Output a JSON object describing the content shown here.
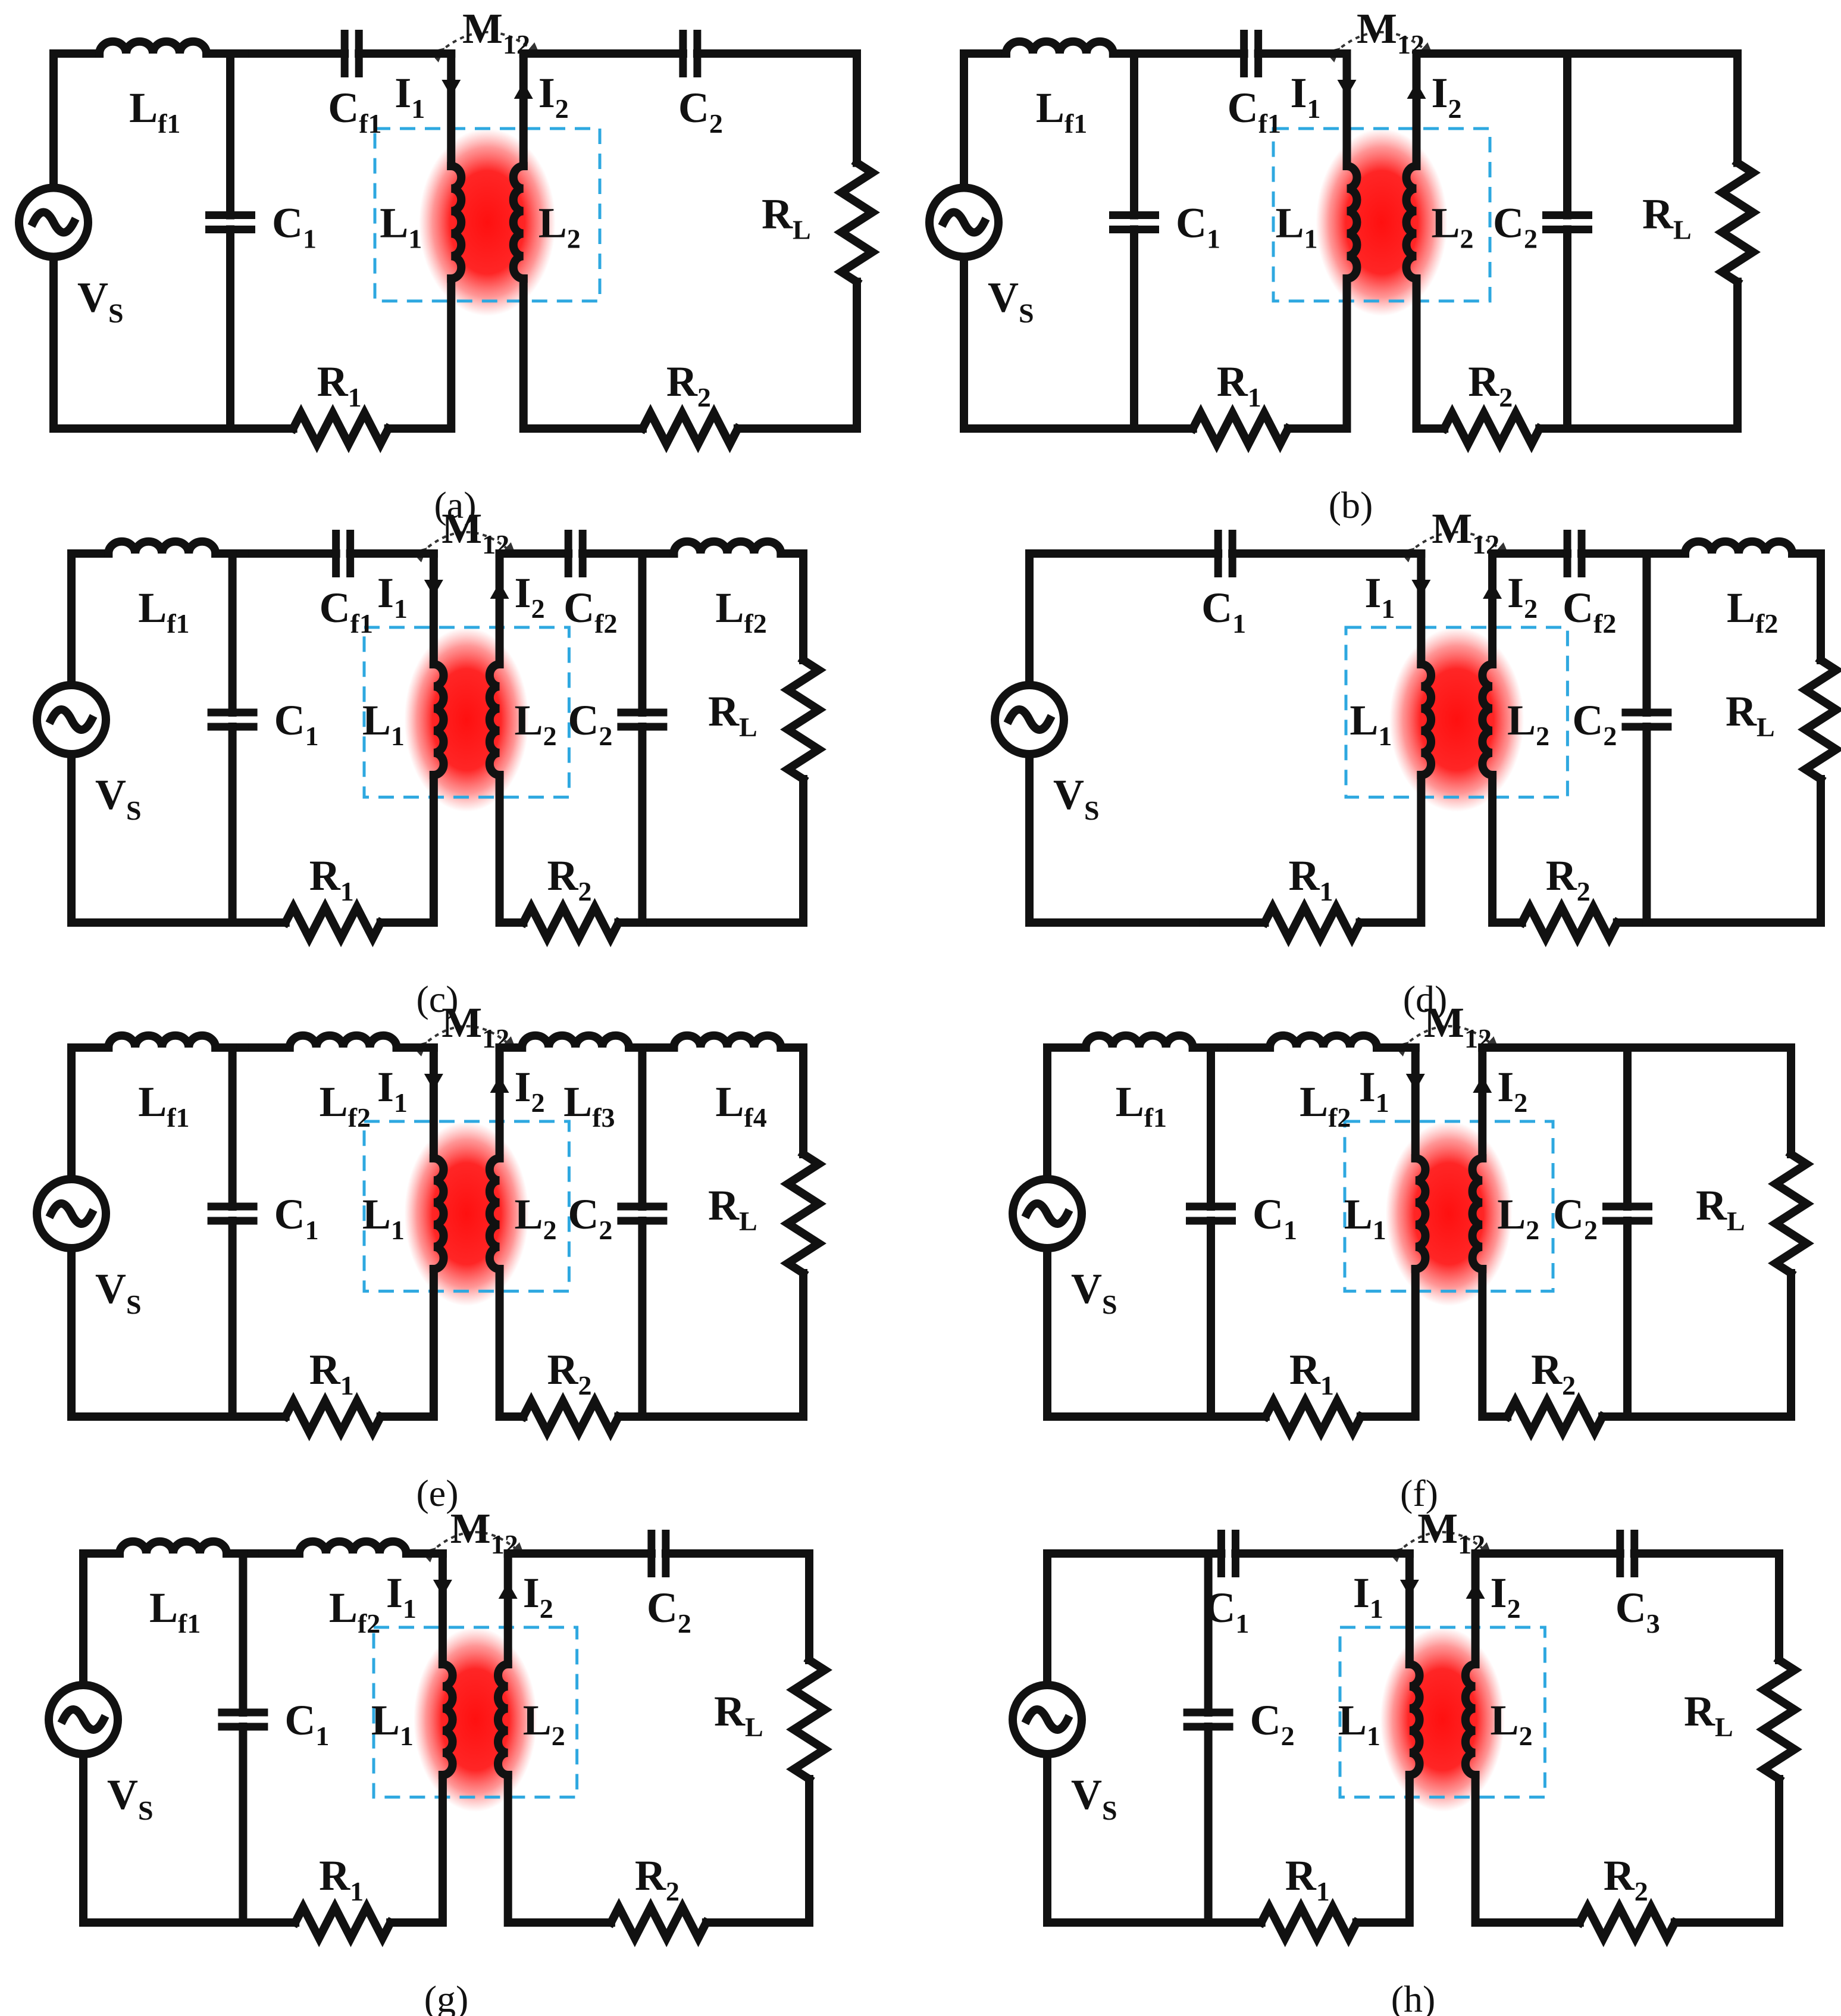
{
  "figure": {
    "panels": [
      {
        "caption": "(a)",
        "source": "V",
        "source_sub": "S",
        "mutual": "M",
        "mutual_sub": "12",
        "i1": "I",
        "i1_sub": "1",
        "i2": "I",
        "i2_sub": "2",
        "l1": "L",
        "l1_sub": "1",
        "l2": "L",
        "l2_sub": "2",
        "r1": "R",
        "r1_sub": "1",
        "r2": "R",
        "r2_sub": "2",
        "load": "R",
        "load_sub": "L",
        "primary_series": [
          {
            "text": "L",
            "sub": "f1"
          },
          {
            "text": "C",
            "sub": "f1"
          }
        ],
        "primary_shunt": [
          {
            "text": "C",
            "sub": "1"
          }
        ],
        "secondary_series": [
          {
            "text": "C",
            "sub": "2"
          }
        ],
        "secondary_shunt": []
      },
      {
        "caption": "(b)",
        "source": "V",
        "source_sub": "S",
        "mutual": "M",
        "mutual_sub": "12",
        "i1": "I",
        "i1_sub": "1",
        "i2": "I",
        "i2_sub": "2",
        "l1": "L",
        "l1_sub": "1",
        "l2": "L",
        "l2_sub": "2",
        "r1": "R",
        "r1_sub": "1",
        "r2": "R",
        "r2_sub": "2",
        "load": "R",
        "load_sub": "L",
        "primary_series": [
          {
            "text": "L",
            "sub": "f1"
          },
          {
            "text": "C",
            "sub": "f1"
          }
        ],
        "primary_shunt": [
          {
            "text": "C",
            "sub": "1"
          }
        ],
        "secondary_series": [],
        "secondary_shunt": [
          {
            "text": "C",
            "sub": "2"
          }
        ]
      },
      {
        "caption": "(c)",
        "source": "V",
        "source_sub": "S",
        "mutual": "M",
        "mutual_sub": "12",
        "i1": "I",
        "i1_sub": "1",
        "i2": "I",
        "i2_sub": "2",
        "l1": "L",
        "l1_sub": "1",
        "l2": "L",
        "l2_sub": "2",
        "r1": "R",
        "r1_sub": "1",
        "r2": "R",
        "r2_sub": "2",
        "load": "R",
        "load_sub": "L",
        "primary_series": [
          {
            "text": "L",
            "sub": "f1"
          },
          {
            "text": "C",
            "sub": "f1"
          }
        ],
        "primary_shunt": [
          {
            "text": "C",
            "sub": "1"
          }
        ],
        "secondary_series": [
          {
            "text": "C",
            "sub": "f2"
          },
          {
            "text": "L",
            "sub": "f2"
          }
        ],
        "secondary_shunt": [
          {
            "text": "C",
            "sub": "2"
          }
        ]
      },
      {
        "caption": "(d)",
        "source": "V",
        "source_sub": "S",
        "mutual": "M",
        "mutual_sub": "12",
        "i1": "I",
        "i1_sub": "1",
        "i2": "I",
        "i2_sub": "2",
        "l1": "L",
        "l1_sub": "1",
        "l2": "L",
        "l2_sub": "2",
        "r1": "R",
        "r1_sub": "1",
        "r2": "R",
        "r2_sub": "2",
        "load": "R",
        "load_sub": "L",
        "primary_series": [
          {
            "text": "C",
            "sub": "1"
          }
        ],
        "primary_shunt": [],
        "secondary_series": [
          {
            "text": "C",
            "sub": "f2"
          },
          {
            "text": "L",
            "sub": "f2"
          }
        ],
        "secondary_shunt": [
          {
            "text": "C",
            "sub": "2"
          }
        ]
      },
      {
        "caption": "(e)",
        "source": "V",
        "source_sub": "S",
        "mutual": "M",
        "mutual_sub": "12",
        "i1": "I",
        "i1_sub": "1",
        "i2": "I",
        "i2_sub": "2",
        "l1": "L",
        "l1_sub": "1",
        "l2": "L",
        "l2_sub": "2",
        "r1": "R",
        "r1_sub": "1",
        "r2": "R",
        "r2_sub": "2",
        "load": "R",
        "load_sub": "L",
        "primary_series": [
          {
            "text": "L",
            "sub": "f1"
          },
          {
            "text": "L",
            "sub": "f2"
          }
        ],
        "primary_shunt": [
          {
            "text": "C",
            "sub": "1"
          }
        ],
        "secondary_series": [
          {
            "text": "L",
            "sub": "f3"
          },
          {
            "text": "L",
            "sub": "f4"
          }
        ],
        "secondary_shunt": [
          {
            "text": "C",
            "sub": "2"
          }
        ]
      },
      {
        "caption": "(f)",
        "source": "V",
        "source_sub": "S",
        "mutual": "M",
        "mutual_sub": "12",
        "i1": "I",
        "i1_sub": "1",
        "i2": "I",
        "i2_sub": "2",
        "l1": "L",
        "l1_sub": "1",
        "l2": "L",
        "l2_sub": "2",
        "r1": "R",
        "r1_sub": "1",
        "r2": "R",
        "r2_sub": "2",
        "load": "R",
        "load_sub": "L",
        "primary_series": [
          {
            "text": "L",
            "sub": "f1"
          },
          {
            "text": "L",
            "sub": "f2"
          }
        ],
        "primary_shunt": [
          {
            "text": "C",
            "sub": "1"
          }
        ],
        "secondary_series": [],
        "secondary_shunt": [
          {
            "text": "C",
            "sub": "2"
          }
        ]
      },
      {
        "caption": "(g)",
        "source": "V",
        "source_sub": "S",
        "mutual": "M",
        "mutual_sub": "12",
        "i1": "I",
        "i1_sub": "1",
        "i2": "I",
        "i2_sub": "2",
        "l1": "L",
        "l1_sub": "1",
        "l2": "L",
        "l2_sub": "2",
        "r1": "R",
        "r1_sub": "1",
        "r2": "R",
        "r2_sub": "2",
        "load": "R",
        "load_sub": "L",
        "primary_series": [
          {
            "text": "L",
            "sub": "f1"
          },
          {
            "text": "L",
            "sub": "f2"
          }
        ],
        "primary_shunt": [
          {
            "text": "C",
            "sub": "1"
          }
        ],
        "secondary_series": [
          {
            "text": "C",
            "sub": "2"
          }
        ],
        "secondary_shunt": []
      },
      {
        "caption": "(h)",
        "source": "V",
        "source_sub": "S",
        "mutual": "M",
        "mutual_sub": "12",
        "i1": "I",
        "i1_sub": "1",
        "i2": "I",
        "i2_sub": "2",
        "l1": "L",
        "l1_sub": "1",
        "l2": "L",
        "l2_sub": "2",
        "r1": "R",
        "r1_sub": "1",
        "r2": "R",
        "r2_sub": "2",
        "load": "R",
        "load_sub": "L",
        "primary_series": [
          {
            "text": "C",
            "sub": "1"
          }
        ],
        "primary_shunt": [
          {
            "text": "C",
            "sub": "2"
          }
        ],
        "secondary_series": [
          {
            "text": "C",
            "sub": "3"
          }
        ],
        "secondary_shunt": []
      }
    ],
    "colors": {
      "wire": "#111111",
      "coupler_box": "#2ea8e0",
      "coupling_glow": "#ff1a1a",
      "background": "#ffffff"
    }
  }
}
